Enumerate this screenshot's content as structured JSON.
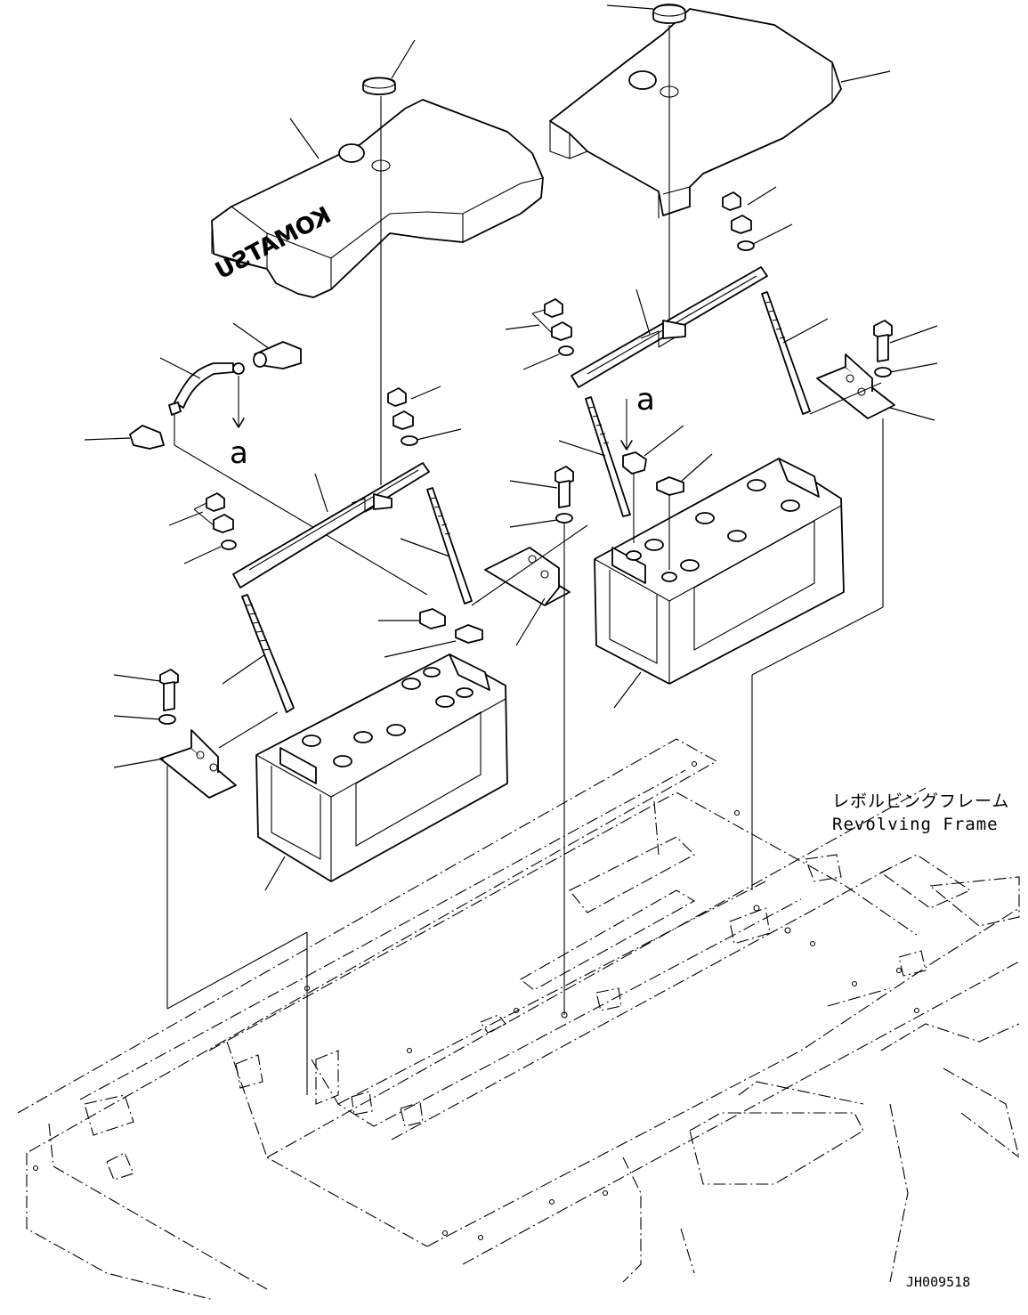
{
  "frame_label": {
    "jp": "レボルビングフレーム",
    "en": "Revolving Frame"
  },
  "view_marker": "a",
  "drawing_code": "JH009518",
  "cover_logo": "KOMATSU",
  "parts": [
    "left-battery-cover",
    "right-battery-cover",
    "left-cap",
    "right-cap",
    "left-battery",
    "right-battery",
    "left-hold-bar",
    "right-hold-bar",
    "left-bracket",
    "center-bracket",
    "right-bracket",
    "hold-rods",
    "bolts",
    "washers",
    "nuts",
    "terminal-clamps",
    "jumper-cable",
    "terminal-caps",
    "revolving-frame"
  ]
}
